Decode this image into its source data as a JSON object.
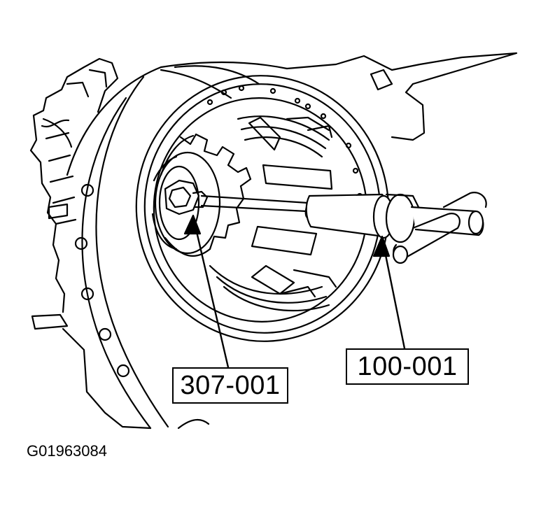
{
  "callouts": {
    "tool_a": "307-001",
    "tool_b": "100-001"
  },
  "figure_id": "G01963084",
  "colors": {
    "line": "#000000",
    "fill": "#ffffff"
  }
}
